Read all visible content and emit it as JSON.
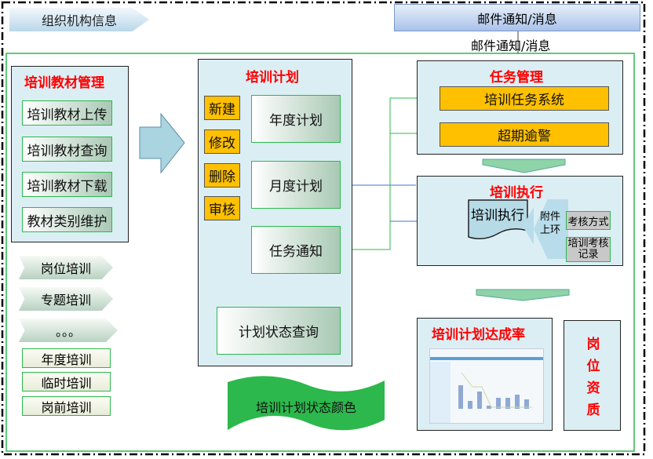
{
  "header": {
    "org_info": "组织机构信息",
    "mail_box": "邮件通知/消息",
    "mail_caption": "邮件通知/消息"
  },
  "materials": {
    "title": "培训教材管理",
    "items": [
      "培训教材上传",
      "培训教材查询",
      "培训教材下载",
      "教材类别维护"
    ]
  },
  "training_types": {
    "arrows": [
      "岗位培训",
      "专题培训",
      "。。。"
    ],
    "boxes": [
      "年度培训",
      "临时培训",
      "岗前培训"
    ]
  },
  "plan": {
    "title": "培训计划",
    "actions": [
      "新建",
      "修改",
      "删除",
      "审核"
    ],
    "steps": [
      "年度计划",
      "月度计划",
      "任务通知"
    ],
    "status_query": "计划状态查询"
  },
  "tasks": {
    "title": "任务管理",
    "items": [
      "培训任务系统",
      "超期逾警"
    ]
  },
  "execution": {
    "title": "培训执行",
    "document": "培训执行",
    "attach": "附件上环",
    "items": [
      "考核方式",
      "培训考核记录"
    ]
  },
  "rate": {
    "title": "培训计划达成率"
  },
  "qualification": {
    "title": "岗位资质"
  },
  "status_color": "培训计划状态颜色"
}
